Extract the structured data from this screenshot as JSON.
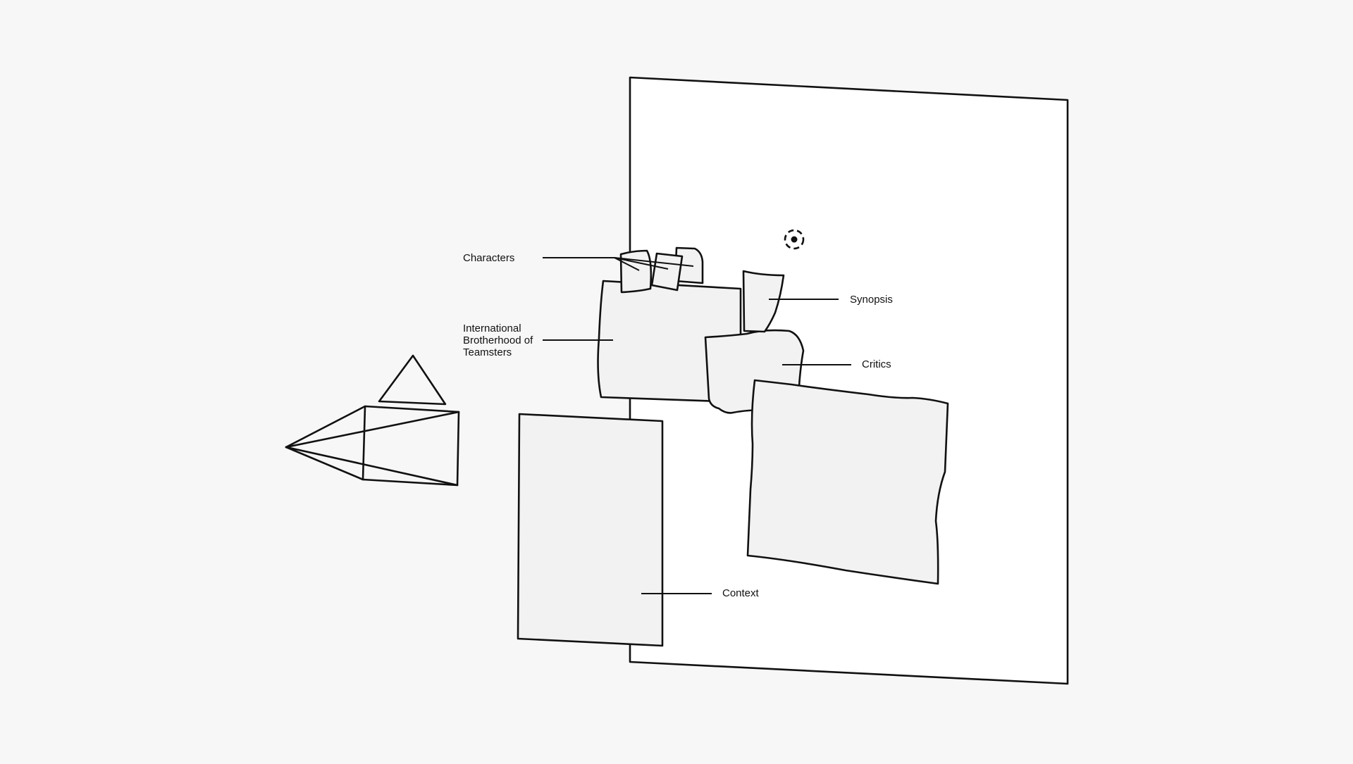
{
  "labels": {
    "characters": "Characters",
    "teamsters": "International\nBrotherhood of\nTeamsters",
    "synopsis": "Synopsis",
    "critics": "Critics",
    "context": "Context"
  },
  "icons": {
    "camera": "camera-icon",
    "target": "focus-target-icon"
  },
  "colors": {
    "background": "#f7f7f7",
    "panel": "#ffffff",
    "card": "#f2f2f2",
    "stroke": "#111111"
  }
}
